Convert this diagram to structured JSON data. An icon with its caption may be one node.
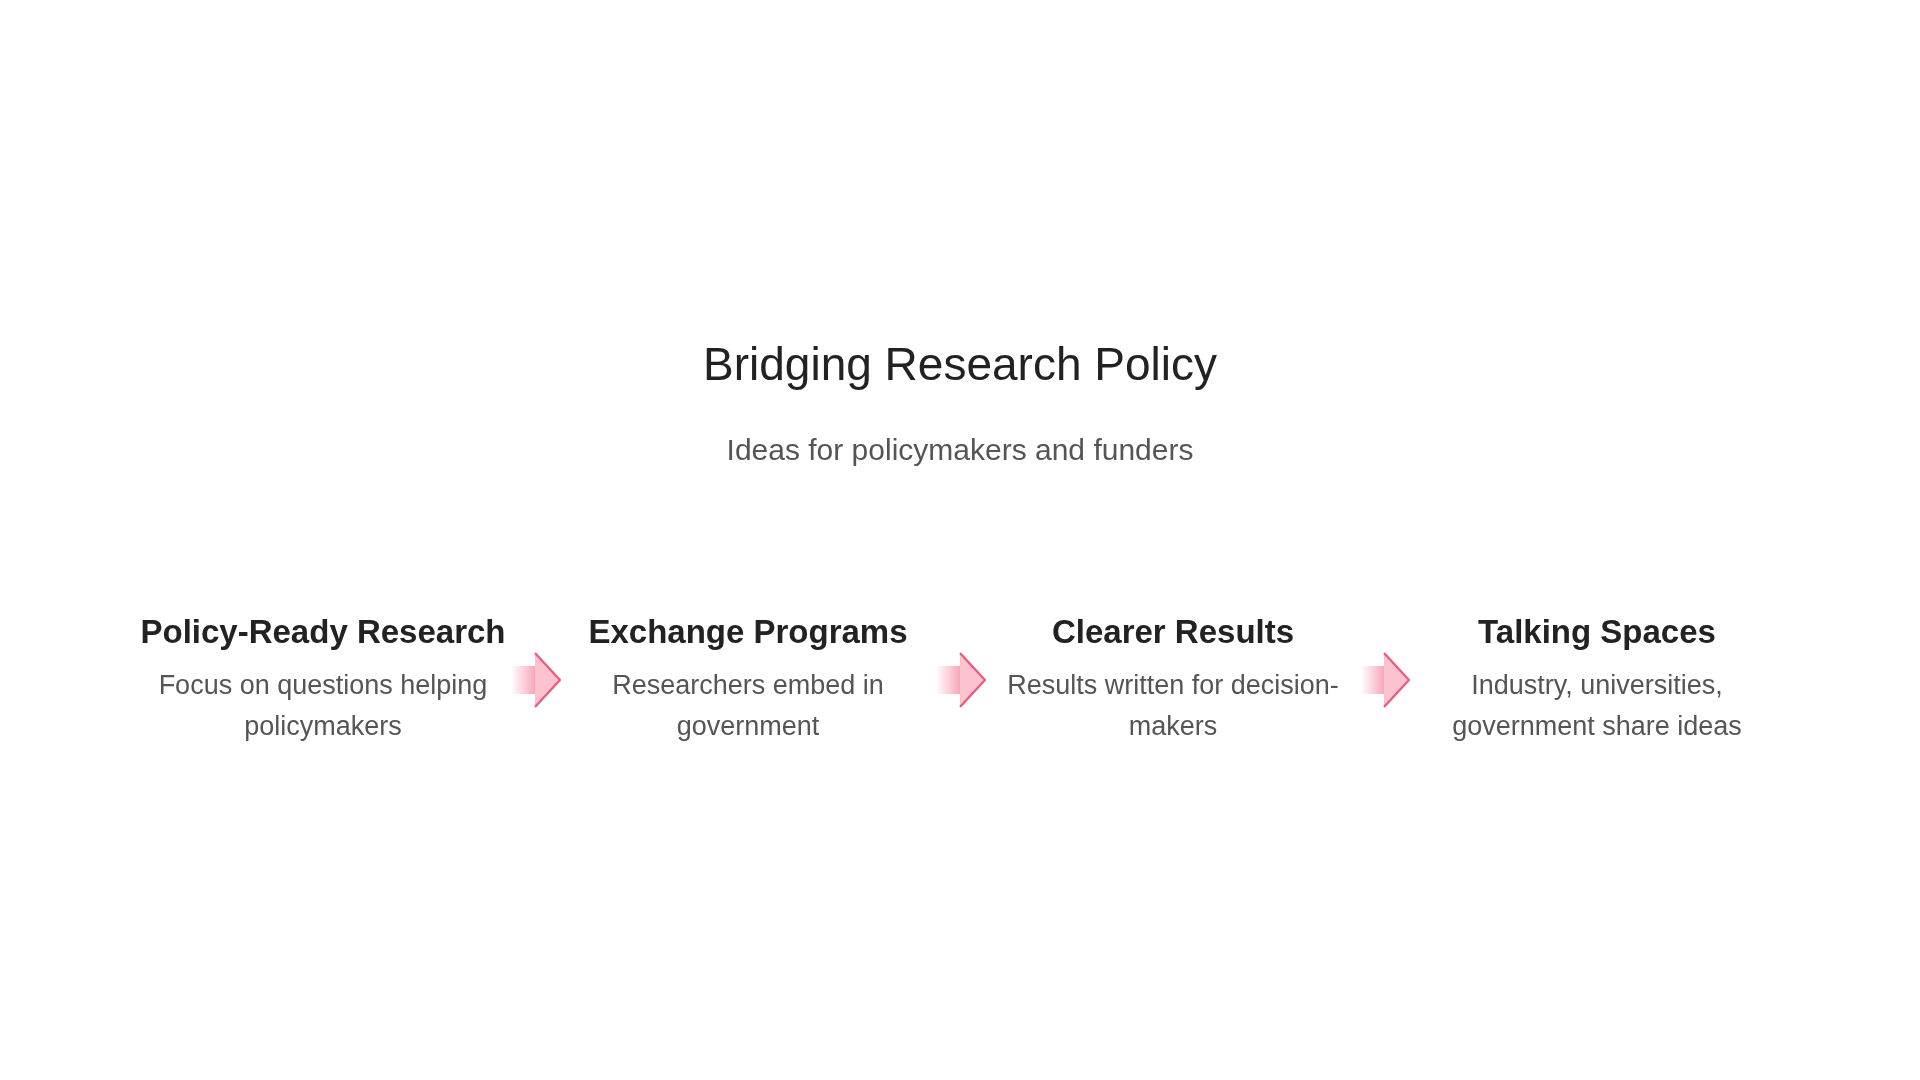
{
  "diagram": {
    "title": "Bridging Research Policy",
    "nodes": [
      {
        "text": [
          "Policy-Ready Research",
          "Focus on questions helping policymakers"
        ]
      },
      {
        "text": [
          "Exchange Programs",
          "Researchers embed in government"
        ]
      },
      {
        "text": [
          "Clearer Results",
          "Results written for decision-makers"
        ]
      },
      {
        "text": [
          "Talking Spaces",
          "Industry, universities, government share ideas"
        ]
      }
    ],
    "edges": [
      {
        "from": 0,
        "to": 1,
        "arrow": "to"
      },
      {
        "from": 1,
        "to": 2,
        "arrow": "to"
      },
      {
        "from": 2,
        "to": 3,
        "arrow": "to"
      }
    ],
    "labels": [
      "Ideas for policymakers and funders"
    ]
  }
}
